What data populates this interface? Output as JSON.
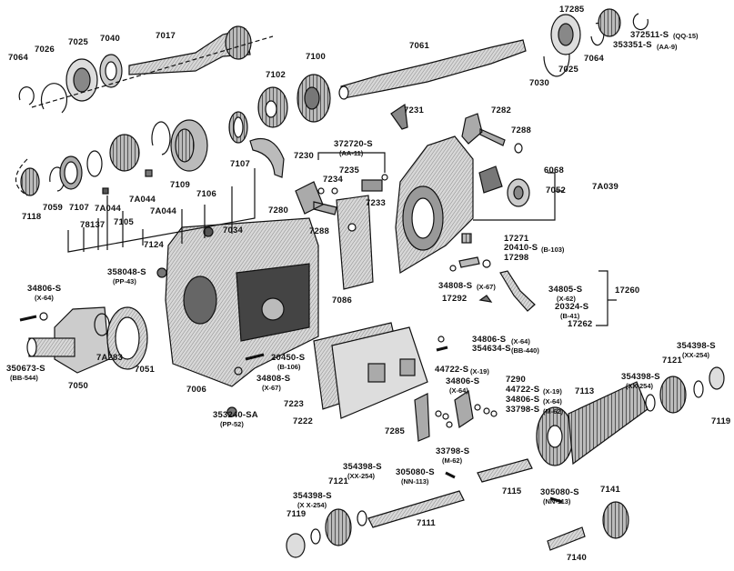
{
  "diagram": {
    "title": "Transmission exploded view - parts diagram",
    "colors": {
      "line": "#111111",
      "part_fill": "#c9c9c9",
      "part_dark": "#5a5a5a",
      "background": "#ffffff"
    },
    "labels": {
      "l7064a": "7064",
      "l7026": "7026",
      "l7025a": "7025",
      "l7040": "7040",
      "l7017": "7017",
      "l7102": "7102",
      "l7100": "7100",
      "l7061": "7061",
      "l7231": "7231",
      "l17285": "17285",
      "l372511": "372511-S",
      "l372511s": "(QQ-15)",
      "l353351": "353351-S",
      "l353351s": "(AA-9)",
      "l7064b": "7064",
      "l7025b": "7025",
      "l7030": "7030",
      "l7282": "7282",
      "l7288a": "7288",
      "l7118": "7118",
      "l7059": "7059",
      "l7107a": "7107",
      "l7A044a": "7A044",
      "l78137": "78137",
      "l7105": "7105",
      "l7A044b": "7A044",
      "l7A044c": "7A044",
      "l7109": "7109",
      "l7106": "7106",
      "l7107b": "7107",
      "l7124": "7124",
      "l7230": "7230",
      "l372720": "372720-S",
      "l372720s": "(AA-11)",
      "l7235": "7235",
      "l7234": "7234",
      "l7233": "7233",
      "l7280": "7280",
      "l7288b": "7288",
      "l7034": "7034",
      "l7086": "7086",
      "l6068": "6068",
      "l7052": "7052",
      "l7A039": "7A039",
      "l17271": "17271",
      "l20410": "20410-S",
      "l20410s": "(B-103)",
      "l17298": "17298",
      "l34808a": "34808-S",
      "l34808as": "(X-67)",
      "l17292": "17292",
      "l34805": "34805-S",
      "l34805s": "(X-62)",
      "l20324": "20324-S",
      "l20324s": "(B-41)",
      "l17262": "17262",
      "l17260": "17260",
      "l34806a": "34806-S",
      "l34806as": "(X-64)",
      "l358048": "358048-S",
      "l358048s": "(PP-43)",
      "l350673": "350673-S",
      "l350673s": "(BB-544)",
      "l7050": "7050",
      "l7A283": "7A283",
      "l7051": "7051",
      "l7006": "7006",
      "l20450": "20450-S",
      "l20450s": "(B-106)",
      "l34808b": "34808-S",
      "l34808bs": "(X-67)",
      "l353240": "353240-SA",
      "l353240s": "(PP-52)",
      "l34806b": "34806-S",
      "l34806bs": "(X-64)",
      "l354634": "354634-S",
      "l354634s": "(BB-440)",
      "l44722a": "44722-S",
      "l44722as": "(X-19)",
      "l34806c": "34806-S",
      "l34806cs": "(X-64)",
      "l7290": "7290",
      "l44722b": "44722-S",
      "l44722bs": "(X-19)",
      "l34806d": "34806-S",
      "l34806ds": "(X-64)",
      "l33798a": "33798-S",
      "l33798as": "(M-62)",
      "l7223": "7223",
      "l7222": "7222",
      "l7285": "7285",
      "l33798b": "33798-S",
      "l33798bs": "(M-62)",
      "l7113": "7113",
      "l354398a": "354398-S",
      "l354398as": "(XX-254)",
      "l7121a": "7121",
      "l354398b": "354398-S",
      "l354398bs": "(XX-254)",
      "l7119a": "7119",
      "l305080a": "305080-S",
      "l305080as": "(NN-113)",
      "l7115": "7115",
      "l7111": "7111",
      "l354398c": "354398-S",
      "l354398cs": "(XX-254)",
      "l7121b": "7121",
      "l354398d": "354398-S",
      "l354398ds": "(X X-254)",
      "l7119b": "7119",
      "l305080b": "305080-S",
      "l305080bs": "(NN-113)",
      "l7141": "7141",
      "l7140": "7140"
    }
  }
}
